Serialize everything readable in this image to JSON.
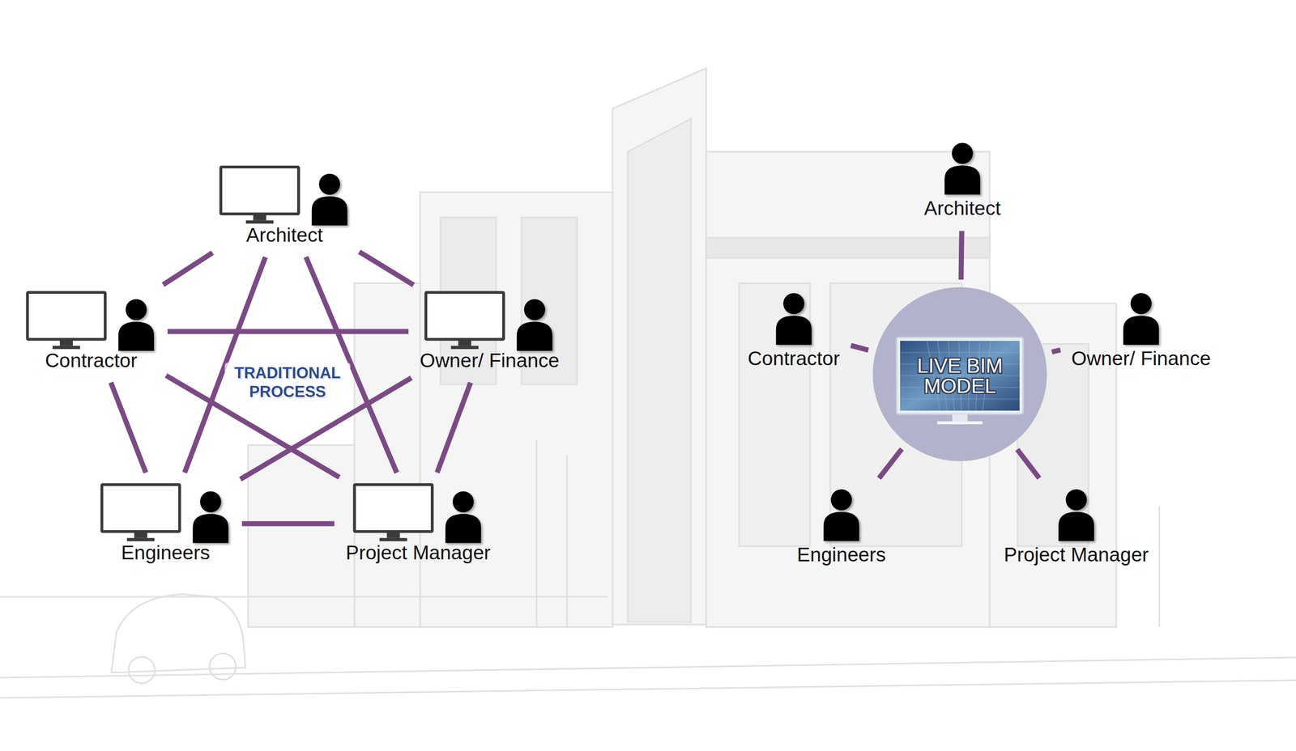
{
  "diagram": {
    "nodes": [
      {
        "text": [
          "Architect"
        ]
      },
      {
        "text": [
          "Contractor"
        ]
      },
      {
        "text": [
          "Owner/ Finance"
        ]
      },
      {
        "text": [
          "Engineers"
        ]
      },
      {
        "text": [
          "Project Manager"
        ]
      },
      {
        "text": [
          "Architect"
        ]
      },
      {
        "text": [
          "Contractor"
        ]
      },
      {
        "text": [
          "LIVE BIM MODEL"
        ]
      },
      {
        "text": [
          "Owner/ Finance"
        ]
      },
      {
        "text": [
          "Engineers"
        ]
      },
      {
        "text": [
          "Project Manager"
        ]
      }
    ],
    "edges": [
      {
        "from": 0,
        "to": 1,
        "arrow": "none"
      },
      {
        "from": 0,
        "to": 2,
        "arrow": "none"
      },
      {
        "from": 1,
        "to": 2,
        "arrow": "none"
      },
      {
        "from": 1,
        "to": 3,
        "arrow": "none"
      },
      {
        "from": 2,
        "to": 4,
        "arrow": "none"
      },
      {
        "from": 3,
        "to": 4,
        "arrow": "none"
      },
      {
        "from": 0,
        "to": 3,
        "arrow": "none"
      },
      {
        "from": 0,
        "to": 4,
        "arrow": "none"
      },
      {
        "from": 1,
        "to": 4,
        "arrow": "none"
      },
      {
        "from": 2,
        "to": 3,
        "arrow": "none"
      },
      {
        "from": 7,
        "to": 5,
        "arrow": "none"
      },
      {
        "from": 7,
        "to": 6,
        "arrow": "none"
      },
      {
        "from": 7,
        "to": 8,
        "arrow": "none"
      },
      {
        "from": 7,
        "to": 9,
        "arrow": "none"
      },
      {
        "from": 7,
        "to": 10,
        "arrow": "none"
      }
    ],
    "labels": [
      "TRADITIONAL PROCESS"
    ]
  }
}
